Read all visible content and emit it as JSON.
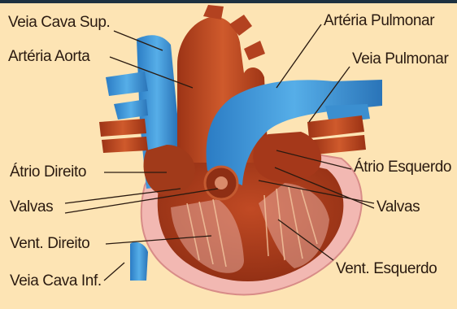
{
  "labels": {
    "veia_cava_sup": "Veia Cava Sup.",
    "arteria_aorta": "Artéria Aorta",
    "arteria_pulmonar": "Artéria Pulmonar",
    "veia_pulmonar": "Veia Pulmonar",
    "atrio_direito": "Átrio Direito",
    "atrio_esquerdo": "Átrio Esquerdo",
    "valvas_left": "Valvas",
    "valvas_right": "Valvas",
    "vent_direito": "Vent. Direito",
    "vent_esquerdo": "Vent. Esquerdo",
    "veia_cava_inf": "Veia Cava Inf."
  },
  "colors": {
    "background": "#fde4b4",
    "vein_blue": "#3d95d6",
    "artery_red": "#b5401e",
    "muscle_pink": "#f0b2ae",
    "text": "#2a1a10"
  }
}
